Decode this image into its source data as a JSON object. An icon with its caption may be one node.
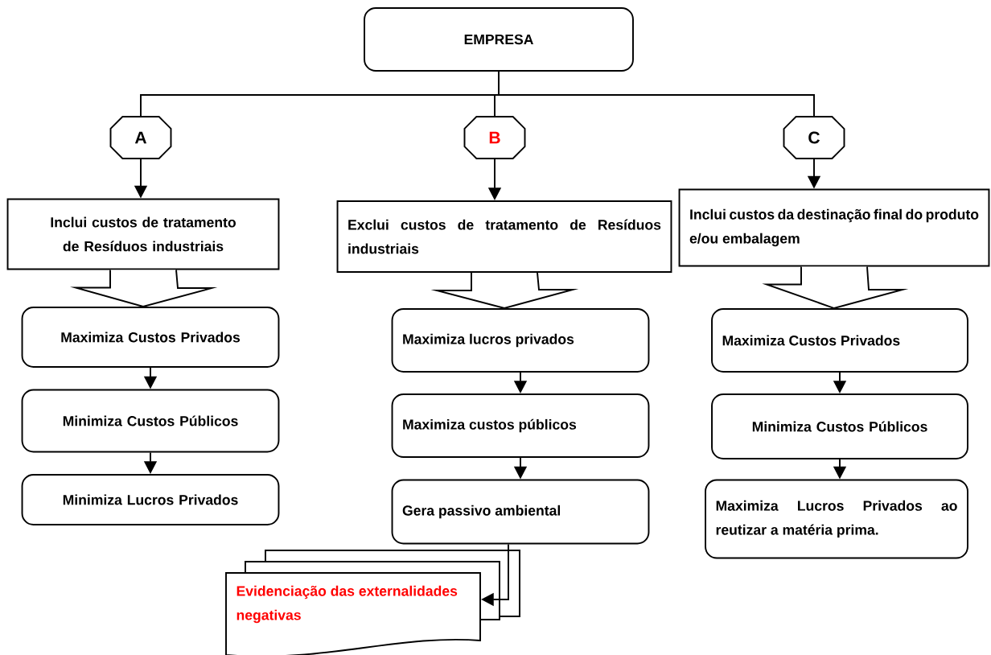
{
  "diagram": {
    "nodes": [
      {
        "text": [
          "EMPRESA"
        ]
      },
      {
        "text": [
          "A"
        ]
      },
      {
        "text": [
          "B"
        ]
      },
      {
        "text": [
          "C"
        ]
      },
      {
        "text": [
          "Inclui custos de tratamento de Resíduos industriais"
        ]
      },
      {
        "text": [
          "Maximiza Custos Privados"
        ]
      },
      {
        "text": [
          "Minimiza Custos Públicos"
        ]
      },
      {
        "text": [
          "Minimiza Lucros Privados"
        ]
      },
      {
        "text": [
          "Exclui custos de tratamento de Resíduos industriais"
        ]
      },
      {
        "text": [
          "Maximiza lucros privados"
        ]
      },
      {
        "text": [
          "Maximiza custos públicos"
        ]
      },
      {
        "text": [
          "Gera passivo ambiental"
        ]
      },
      {
        "text": [
          "Evidenciação das externalidades negativas"
        ]
      },
      {
        "text": [
          "Inclui custos da destinação final do produto e/ou embalagem"
        ]
      },
      {
        "text": [
          "Maximiza Custos Privados"
        ]
      },
      {
        "text": [
          "Minimiza Custos Públicos"
        ]
      },
      {
        "text": [
          "Maximiza Lucros Privados ao reutizar a matéria prima."
        ]
      }
    ],
    "edges": [
      {
        "from": 0,
        "to": 1,
        "arrow": "none"
      },
      {
        "from": 0,
        "to": 2,
        "arrow": "none"
      },
      {
        "from": 0,
        "to": 3,
        "arrow": "none"
      },
      {
        "from": 1,
        "to": 4,
        "arrow": "to"
      },
      {
        "from": 2,
        "to": 8,
        "arrow": "to"
      },
      {
        "from": 3,
        "to": 13,
        "arrow": "to"
      },
      {
        "from": 4,
        "to": 5,
        "arrow": "to"
      },
      {
        "from": 5,
        "to": 6,
        "arrow": "to"
      },
      {
        "from": 6,
        "to": 7,
        "arrow": "to"
      },
      {
        "from": 8,
        "to": 9,
        "arrow": "to"
      },
      {
        "from": 9,
        "to": 10,
        "arrow": "to"
      },
      {
        "from": 10,
        "to": 11,
        "arrow": "to"
      },
      {
        "from": 11,
        "to": 12,
        "arrow": "to"
      },
      {
        "from": 13,
        "to": 14,
        "arrow": "to"
      },
      {
        "from": 14,
        "to": 15,
        "arrow": "to"
      },
      {
        "from": 15,
        "to": 16,
        "arrow": "to"
      }
    ]
  }
}
